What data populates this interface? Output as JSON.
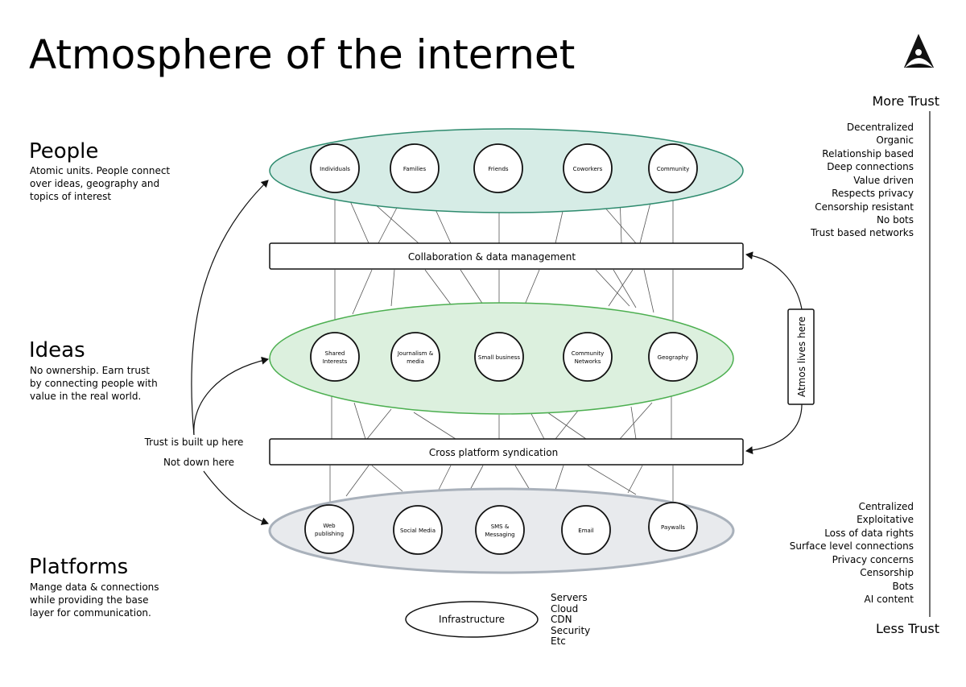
{
  "title": "Atmosphere of the internet",
  "sections": {
    "people": {
      "heading": "People",
      "desc": [
        "Atomic units. People connect",
        "over ideas, geography and",
        "topics of interest"
      ]
    },
    "ideas": {
      "heading": "Ideas",
      "desc": [
        "No ownership. Earn trust",
        "by connecting people with",
        "value in the real world."
      ]
    },
    "platforms": {
      "heading": "Platforms",
      "desc": [
        "Mange data & connections",
        "while providing the base",
        "layer for communication."
      ]
    }
  },
  "people_nodes": [
    [
      "Individuals"
    ],
    [
      "Families"
    ],
    [
      "Friends"
    ],
    [
      "Coworkers"
    ],
    [
      "Community"
    ]
  ],
  "idea_nodes": [
    [
      "Shared",
      "Interests"
    ],
    [
      "Journalism &",
      "media"
    ],
    [
      "Small business"
    ],
    [
      "Community",
      "Networks"
    ],
    [
      "Geography"
    ]
  ],
  "platform_nodes": [
    [
      "Web",
      "publishing"
    ],
    [
      "Social Media"
    ],
    [
      "SMS &",
      "Messaging"
    ],
    [
      "Email"
    ],
    [
      "Paywalls"
    ]
  ],
  "bars": {
    "top": "Collaboration & data management",
    "bottom": "Cross platform syndication"
  },
  "atmos_label": "Atmos lives here",
  "trust_labels": {
    "up": "Trust is built up here",
    "down": "Not down here"
  },
  "infrastructure": {
    "label": "Infrastructure",
    "items": [
      "Servers",
      "Cloud",
      "CDN",
      "Security",
      "Etc"
    ]
  },
  "more_trust": {
    "heading": "More Trust",
    "items": [
      "Decentralized",
      "Organic",
      "Relationship based",
      "Deep connections",
      "Value driven",
      "Respects privacy",
      "Censorship resistant",
      "No bots",
      "Trust based networks"
    ]
  },
  "less_trust": {
    "heading": "Less Trust",
    "items": [
      "Centralized",
      "Exploitative",
      "Loss of data rights",
      "Surface level connections",
      "Privacy concerns",
      "Censorship",
      "Bots",
      "AI content"
    ]
  },
  "colors": {
    "people_fill": "#d6ece6",
    "people_stroke": "#2e8b6e",
    "ideas_fill": "#dcf0de",
    "ideas_stroke": "#4caf50",
    "platforms_fill": "#e8eaed",
    "platforms_stroke": "#a9b1bb"
  }
}
